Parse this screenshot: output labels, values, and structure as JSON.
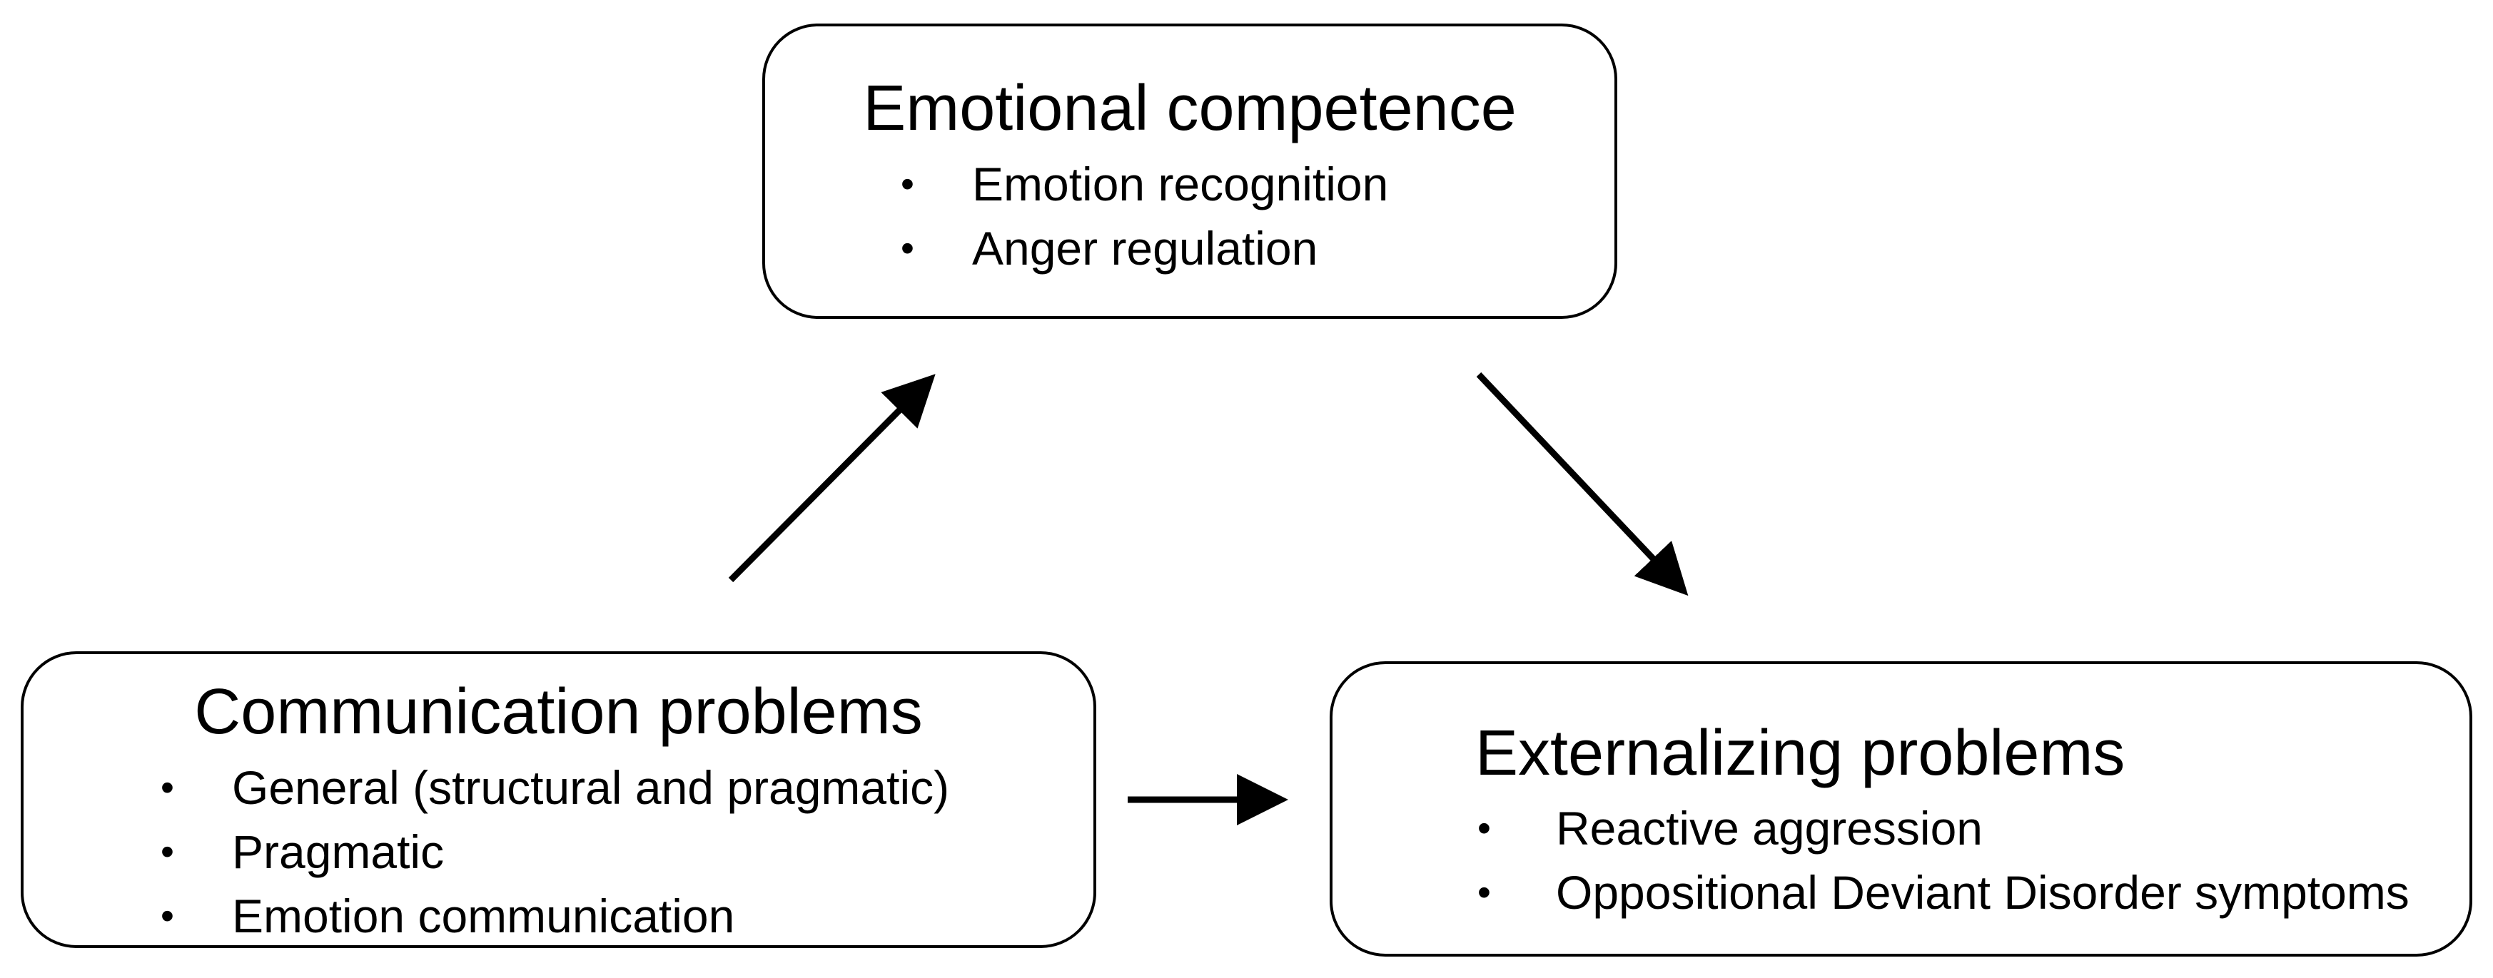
{
  "diagram": {
    "nodes": [
      {
        "id": "emotional",
        "title": "Emotional competence",
        "items": [
          "Emotion recognition",
          "Anger regulation"
        ]
      },
      {
        "id": "communication",
        "title": "Communication problems",
        "items": [
          "General (structural and pragmatic)",
          "Pragmatic",
          "Emotion communication"
        ]
      },
      {
        "id": "externalizing",
        "title": "Externalizing problems",
        "items": [
          "Reactive aggression",
          "Oppositional Deviant Disorder symptoms"
        ]
      }
    ],
    "edges": [
      {
        "from": "communication",
        "to": "emotional"
      },
      {
        "from": "emotional",
        "to": "externalizing"
      },
      {
        "from": "communication",
        "to": "externalizing"
      }
    ],
    "bullet_glyph": "•",
    "colors": {
      "stroke": "#000000",
      "background": "#ffffff",
      "text": "#000000"
    }
  }
}
